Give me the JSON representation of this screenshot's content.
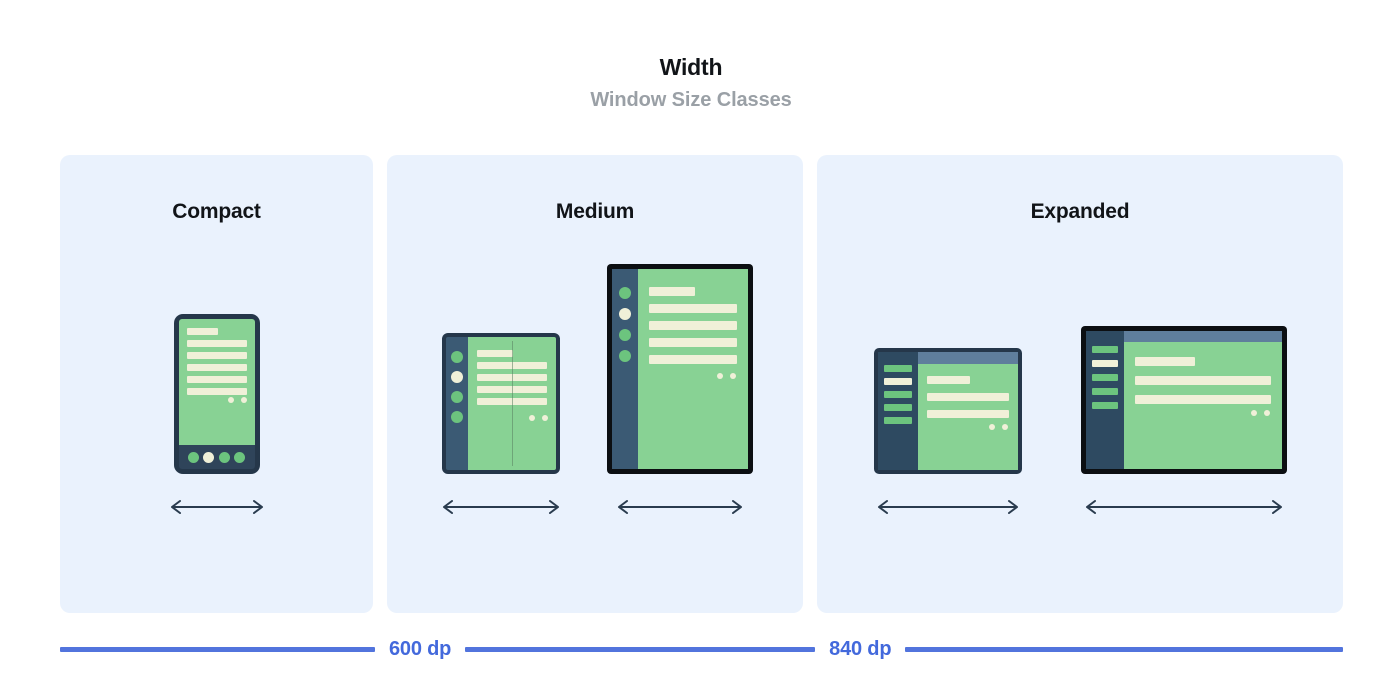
{
  "header": {
    "title": "Width",
    "subtitle": "Window Size Classes"
  },
  "panels": [
    {
      "key": "compact",
      "label": "Compact",
      "devices": [
        {
          "name": "phone",
          "resize_arrow": "horizontal-resize-arrow"
        }
      ]
    },
    {
      "key": "medium",
      "label": "Medium",
      "devices": [
        {
          "name": "foldable-unfolded",
          "resize_arrow": "horizontal-resize-arrow"
        },
        {
          "name": "tablet-portrait",
          "resize_arrow": "horizontal-resize-arrow"
        }
      ]
    },
    {
      "key": "expanded",
      "label": "Expanded",
      "devices": [
        {
          "name": "tablet-small-landscape",
          "resize_arrow": "horizontal-resize-arrow"
        },
        {
          "name": "tablet-large-landscape",
          "resize_arrow": "horizontal-resize-arrow"
        }
      ]
    }
  ],
  "breakpoints": [
    {
      "label": "600 dp"
    },
    {
      "label": "840 dp"
    }
  ],
  "colors": {
    "panel_background": "#eaf2fd",
    "screen_green": "#88d294",
    "content_cream": "#f0f0d8",
    "frame_navy": "#25374a",
    "frame_black": "#0c0f12",
    "rail_navy": "#3b5a74",
    "sidebar_navy": "#2e4a61",
    "top_strip_slate": "#5f7e9c",
    "rule_blue": "#5274dd",
    "label_blue": "#4369dc",
    "title_dark": "#111418",
    "subtitle_gray": "#9aa0a6"
  }
}
